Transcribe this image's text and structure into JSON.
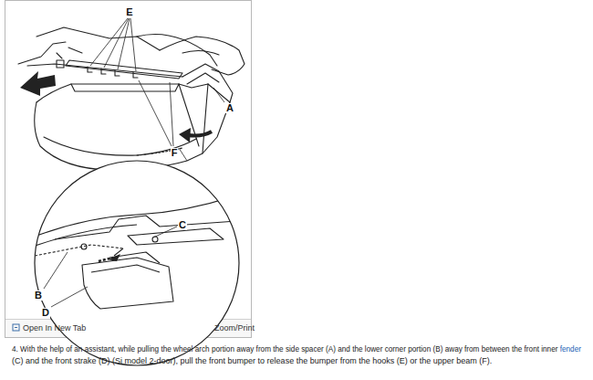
{
  "diagram": {
    "labels": [
      "E",
      "A",
      "F",
      "C",
      "B",
      "D",
      "Open In New Tab",
      "Zoom/Print",
      "4. With the help of an assistant, while pulling the wheel arch portion away from the side spacer (A) and the lower corner portion (B) away from between the front inner",
      "fender",
      "(C) and the front strake (D) (Si model 2-door), pull the front bumper to release the bumper from the hooks (E) or the upper beam (F)."
    ]
  }
}
